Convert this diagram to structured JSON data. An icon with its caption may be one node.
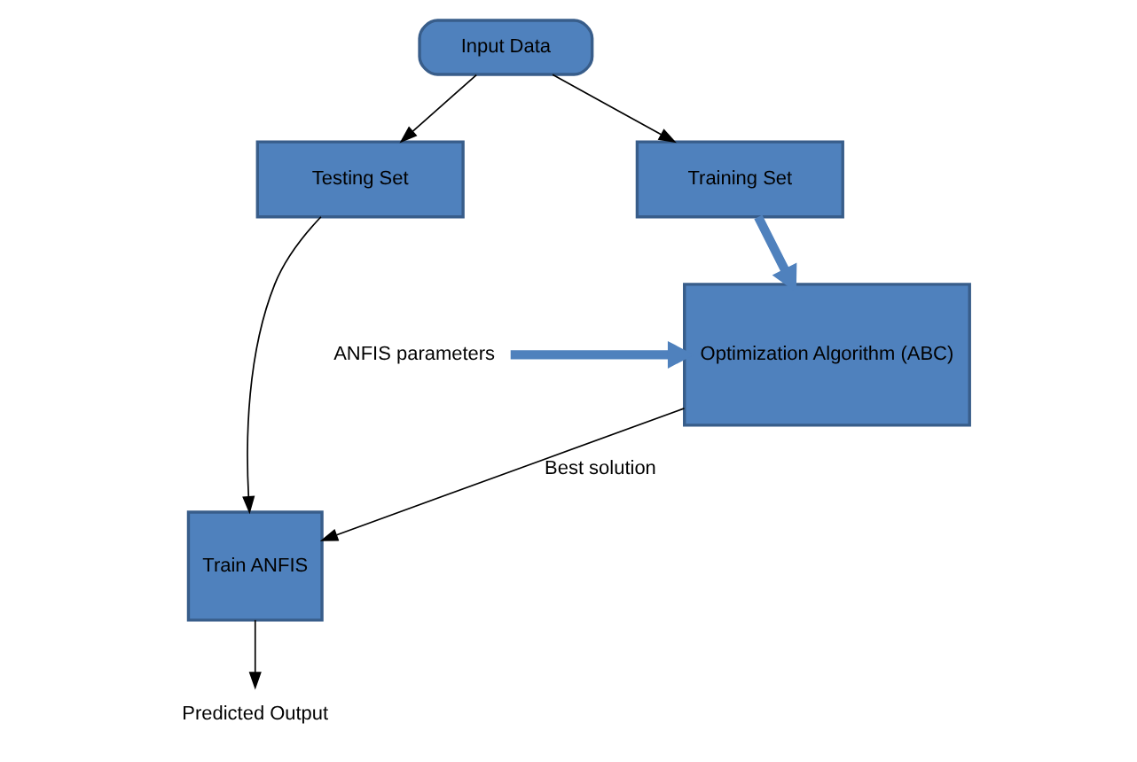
{
  "diagram": {
    "nodes": [
      {
        "text": [
          "Input Data"
        ]
      },
      {
        "text": [
          "Testing Set"
        ]
      },
      {
        "text": [
          "Training Set"
        ]
      },
      {
        "text": [
          "Optimization Algorithm (ABC)"
        ]
      },
      {
        "text": [
          "Train ANFIS"
        ]
      },
      {
        "text": [
          "ANFIS parameters"
        ]
      },
      {
        "text": [
          "Predicted Output"
        ]
      }
    ],
    "edges": [
      {
        "from": 0,
        "to": 1,
        "arrow": "to"
      },
      {
        "from": 0,
        "to": 2,
        "arrow": "to"
      },
      {
        "from": 2,
        "to": 3,
        "arrow": "to",
        "style": "thick",
        "color": "#4f81bd"
      },
      {
        "from": 5,
        "to": 3,
        "arrow": "to",
        "style": "thick",
        "color": "#4f81bd"
      },
      {
        "from": 1,
        "to": 4,
        "arrow": "to"
      },
      {
        "from": 3,
        "to": 4,
        "arrow": "to",
        "label": "Best solution"
      },
      {
        "from": 4,
        "to": 6,
        "arrow": "to"
      }
    ]
  }
}
